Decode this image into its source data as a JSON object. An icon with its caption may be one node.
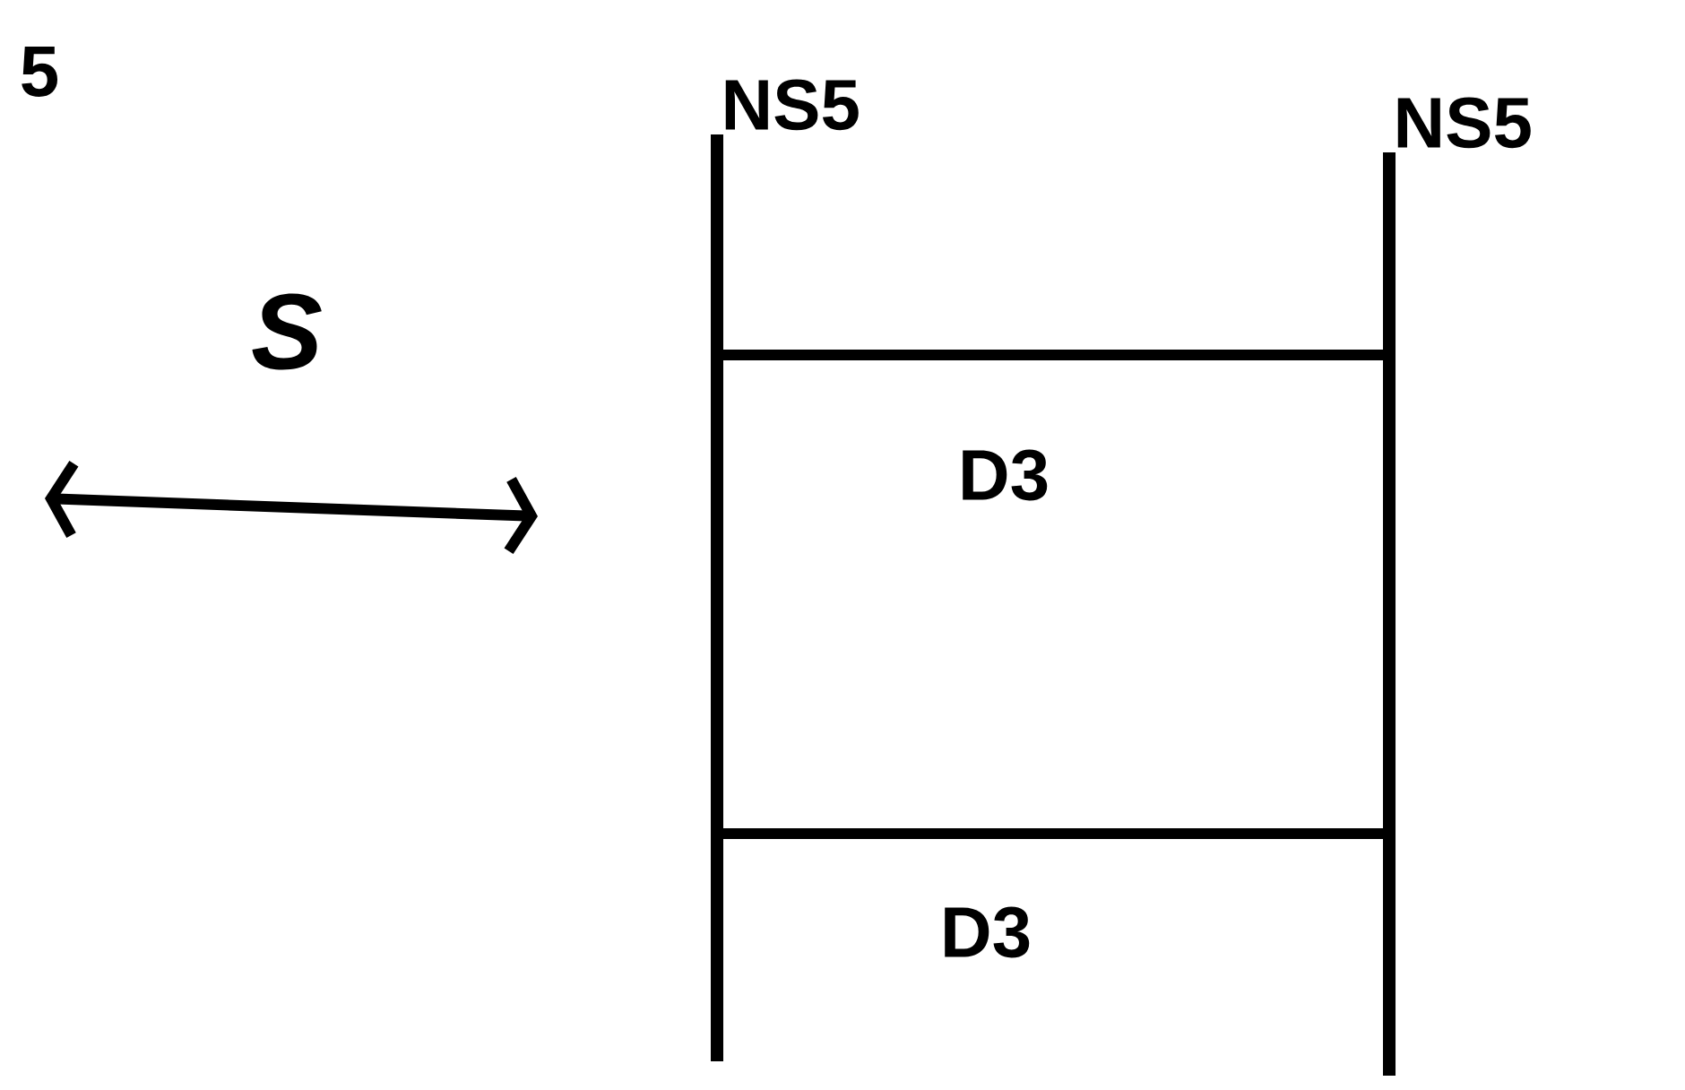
{
  "diagram": {
    "nodes": [
      {
        "text": [
          "NS5"
        ]
      },
      {
        "text": [
          "NS5"
        ]
      }
    ],
    "edges": [
      {
        "from": 0,
        "to": 1,
        "arrow": "none",
        "label": "D3"
      },
      {
        "from": 0,
        "to": 1,
        "arrow": "none",
        "label": "D3"
      }
    ],
    "labels": [
      "5",
      "S"
    ]
  }
}
